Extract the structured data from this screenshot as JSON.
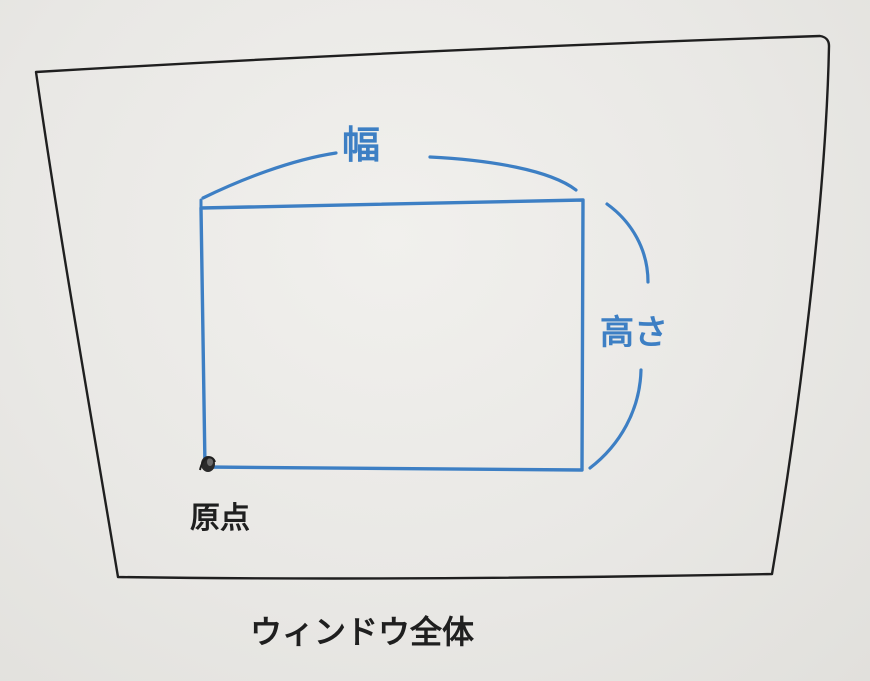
{
  "labels": {
    "width": "幅",
    "height": "高さ",
    "origin": "原点",
    "window": "ウィンドウ全体"
  },
  "colors": {
    "board": "#eae9e6",
    "black_ink": "#1f1f1f",
    "blue_ink": "#3d7fc4"
  }
}
